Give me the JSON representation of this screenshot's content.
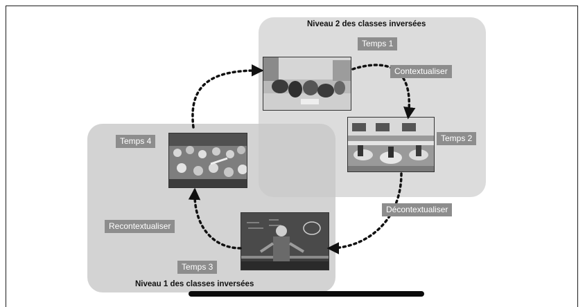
{
  "diagram": {
    "level2_title": "Niveau 2 des classes inversées",
    "level1_title": "Niveau 1 des classes inversées",
    "times": {
      "t1": "Temps 1",
      "t2": "Temps 2",
      "t3": "Temps 3",
      "t4": "Temps 4"
    },
    "actions": {
      "contextualise": "Contextualiser",
      "decontextualise": "Décontextualiser",
      "recontextualise": "Recontextualiser"
    }
  }
}
